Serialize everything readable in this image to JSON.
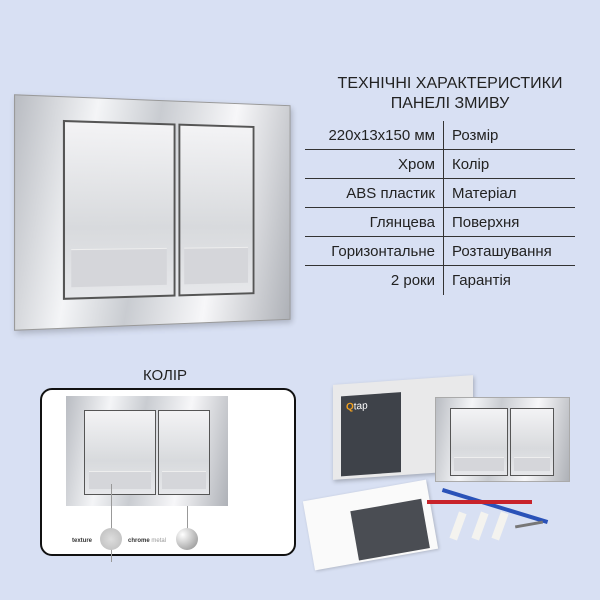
{
  "specs": {
    "title_line1": "ТЕХНІЧНІ ХАРАКТЕРИСТИКИ",
    "title_line2": "ПАНЕЛІ ЗМИВУ",
    "rows": [
      {
        "value": "220x13x150 мм",
        "label": "Розмір"
      },
      {
        "value": "Хром",
        "label": "Колір"
      },
      {
        "value": "ABS пластик",
        "label": "Матеріал"
      },
      {
        "value": "Глянцева",
        "label": "Поверхня"
      },
      {
        "value": "Горизонтальне",
        "label": "Розташування"
      },
      {
        "value": "2 роки",
        "label": "Гарантія"
      }
    ]
  },
  "color_section": {
    "title": "КОЛІР",
    "texture_label": "texture",
    "chrome_label": "chrome",
    "metal_label": "metal"
  },
  "package": {
    "logo": "Qtap"
  },
  "colors": {
    "background": "#d8e0f3",
    "accent_orange": "#f0a020",
    "box_dark": "#3e4249"
  }
}
